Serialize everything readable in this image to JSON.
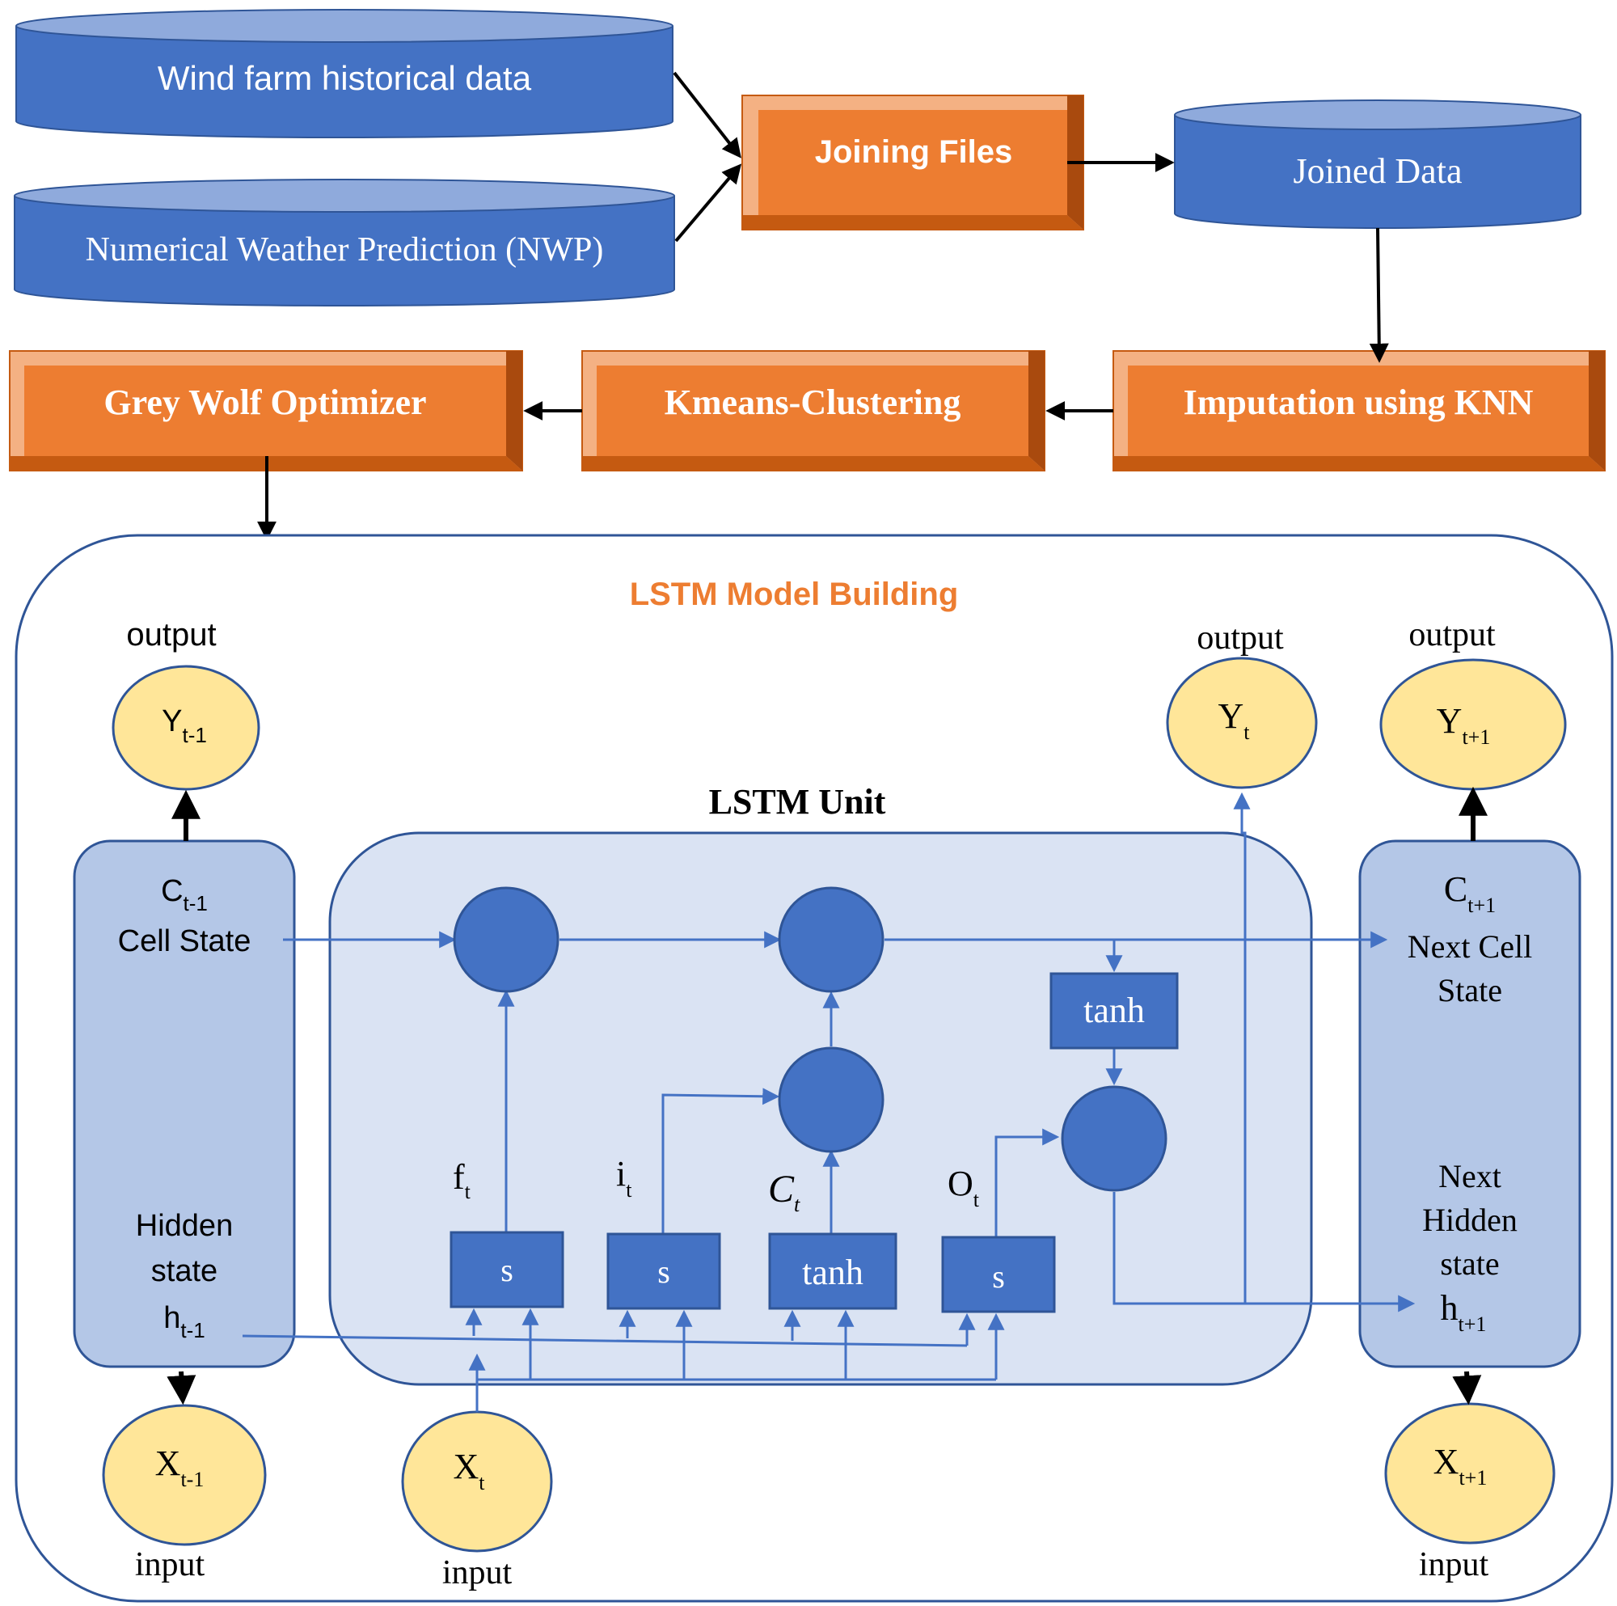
{
  "pipeline": {
    "wind_farm_data": "Wind farm historical data",
    "nwp_data": "Numerical Weather Prediction (NWP)",
    "joining_files": "Joining Files",
    "joined_data": "Joined Data",
    "imputation": "Imputation using KNN",
    "kmeans": "Kmeans-Clustering",
    "grey_wolf": "Grey Wolf Optimizer"
  },
  "lstm": {
    "section_title": "LSTM Model Building",
    "unit_title": "LSTM Unit",
    "prev": {
      "output_label": "output",
      "y": "Y",
      "y_sub": "t-1",
      "c": "C",
      "c_sub": "t-1",
      "cell_state": "Cell State",
      "hidden_1": "Hidden",
      "hidden_2": "state",
      "h": "h",
      "h_sub": "t-1",
      "x": "X",
      "x_sub": "t-1",
      "input_label": "input"
    },
    "current": {
      "output_label": "output",
      "y": "Y",
      "y_sub": "t",
      "x": "X",
      "x_sub": "t",
      "input_label": "input"
    },
    "next": {
      "output_label": "output",
      "y": "Y",
      "y_sub": "t+1",
      "c": "C",
      "c_sub": "t+1",
      "next_cell_1": "Next Cell",
      "next_cell_2": "State",
      "hidden_1": "Next",
      "hidden_2": "Hidden",
      "hidden_3": "state",
      "h": "h",
      "h_sub": "t+1",
      "x": "X",
      "x_sub": "t+1",
      "input_label": "input"
    },
    "gates": {
      "forget": "s",
      "forget_label": "f",
      "forget_sub": "t",
      "input": "s",
      "input_label": "i",
      "input_sub": "t",
      "candidate": "tanh",
      "candidate_label": "C",
      "candidate_sub": "t",
      "output": "s",
      "output_label": "O",
      "output_sub": "t",
      "cell_tanh": "tanh"
    }
  },
  "colors": {
    "db_blue": "#4472c4",
    "process_orange": "#ed7d31",
    "node_yellow": "#ffe699",
    "panel_blue": "#b4c7e7",
    "unit_bg": "#dae3f3",
    "flow_blue": "#4472c4",
    "title_orange": "#ed7d31"
  }
}
